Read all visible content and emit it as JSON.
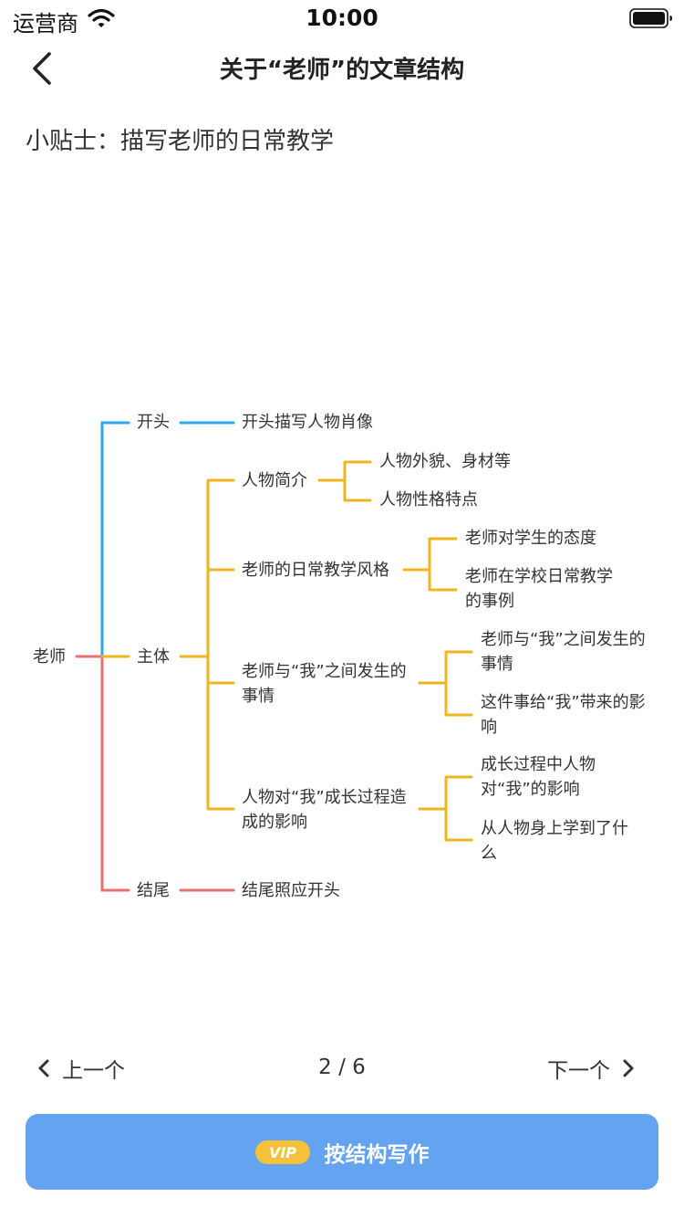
{
  "status_bar": {
    "carrier": "运营商",
    "time": "10:00"
  },
  "nav": {
    "title": "关于“老师”的文章结构"
  },
  "tip": {
    "text": "小贴士：描写老师的日常教学"
  },
  "mindmap": {
    "root": "老师",
    "colors": {
      "opening": "#2aa8f0",
      "body": "#f0b51e",
      "ending": "#ea7170"
    },
    "branches": {
      "opening": {
        "label": "开头",
        "child": "开头描写人物肖像"
      },
      "body": {
        "label": "主体",
        "sections": [
          {
            "label": "人物简介",
            "details": [
              "人物外貌、身材等",
              "人物性格特点"
            ]
          },
          {
            "label": "老师的日常教学风格",
            "details": [
              "老师对学生的态度",
              "老师在学校日常教学\n的事例"
            ]
          },
          {
            "label": "老师与“我”之间发生的\n事情",
            "details": [
              "老师与“我”之间发生的\n事情",
              "这件事给“我”带来的影\n响"
            ]
          },
          {
            "label": "人物对“我”成长过程造\n成的影响",
            "details": [
              "成长过程中人物\n对“我”的影响",
              "从人物身上学到了什\n么"
            ]
          }
        ]
      },
      "ending": {
        "label": "结尾",
        "child": "结尾照应开头"
      }
    }
  },
  "pager": {
    "prev_label": "上一个",
    "next_label": "下一个",
    "count": "2 / 6"
  },
  "action": {
    "vip_badge": "VIP",
    "write_label": "按结构写作",
    "color": "#64a3f0"
  }
}
